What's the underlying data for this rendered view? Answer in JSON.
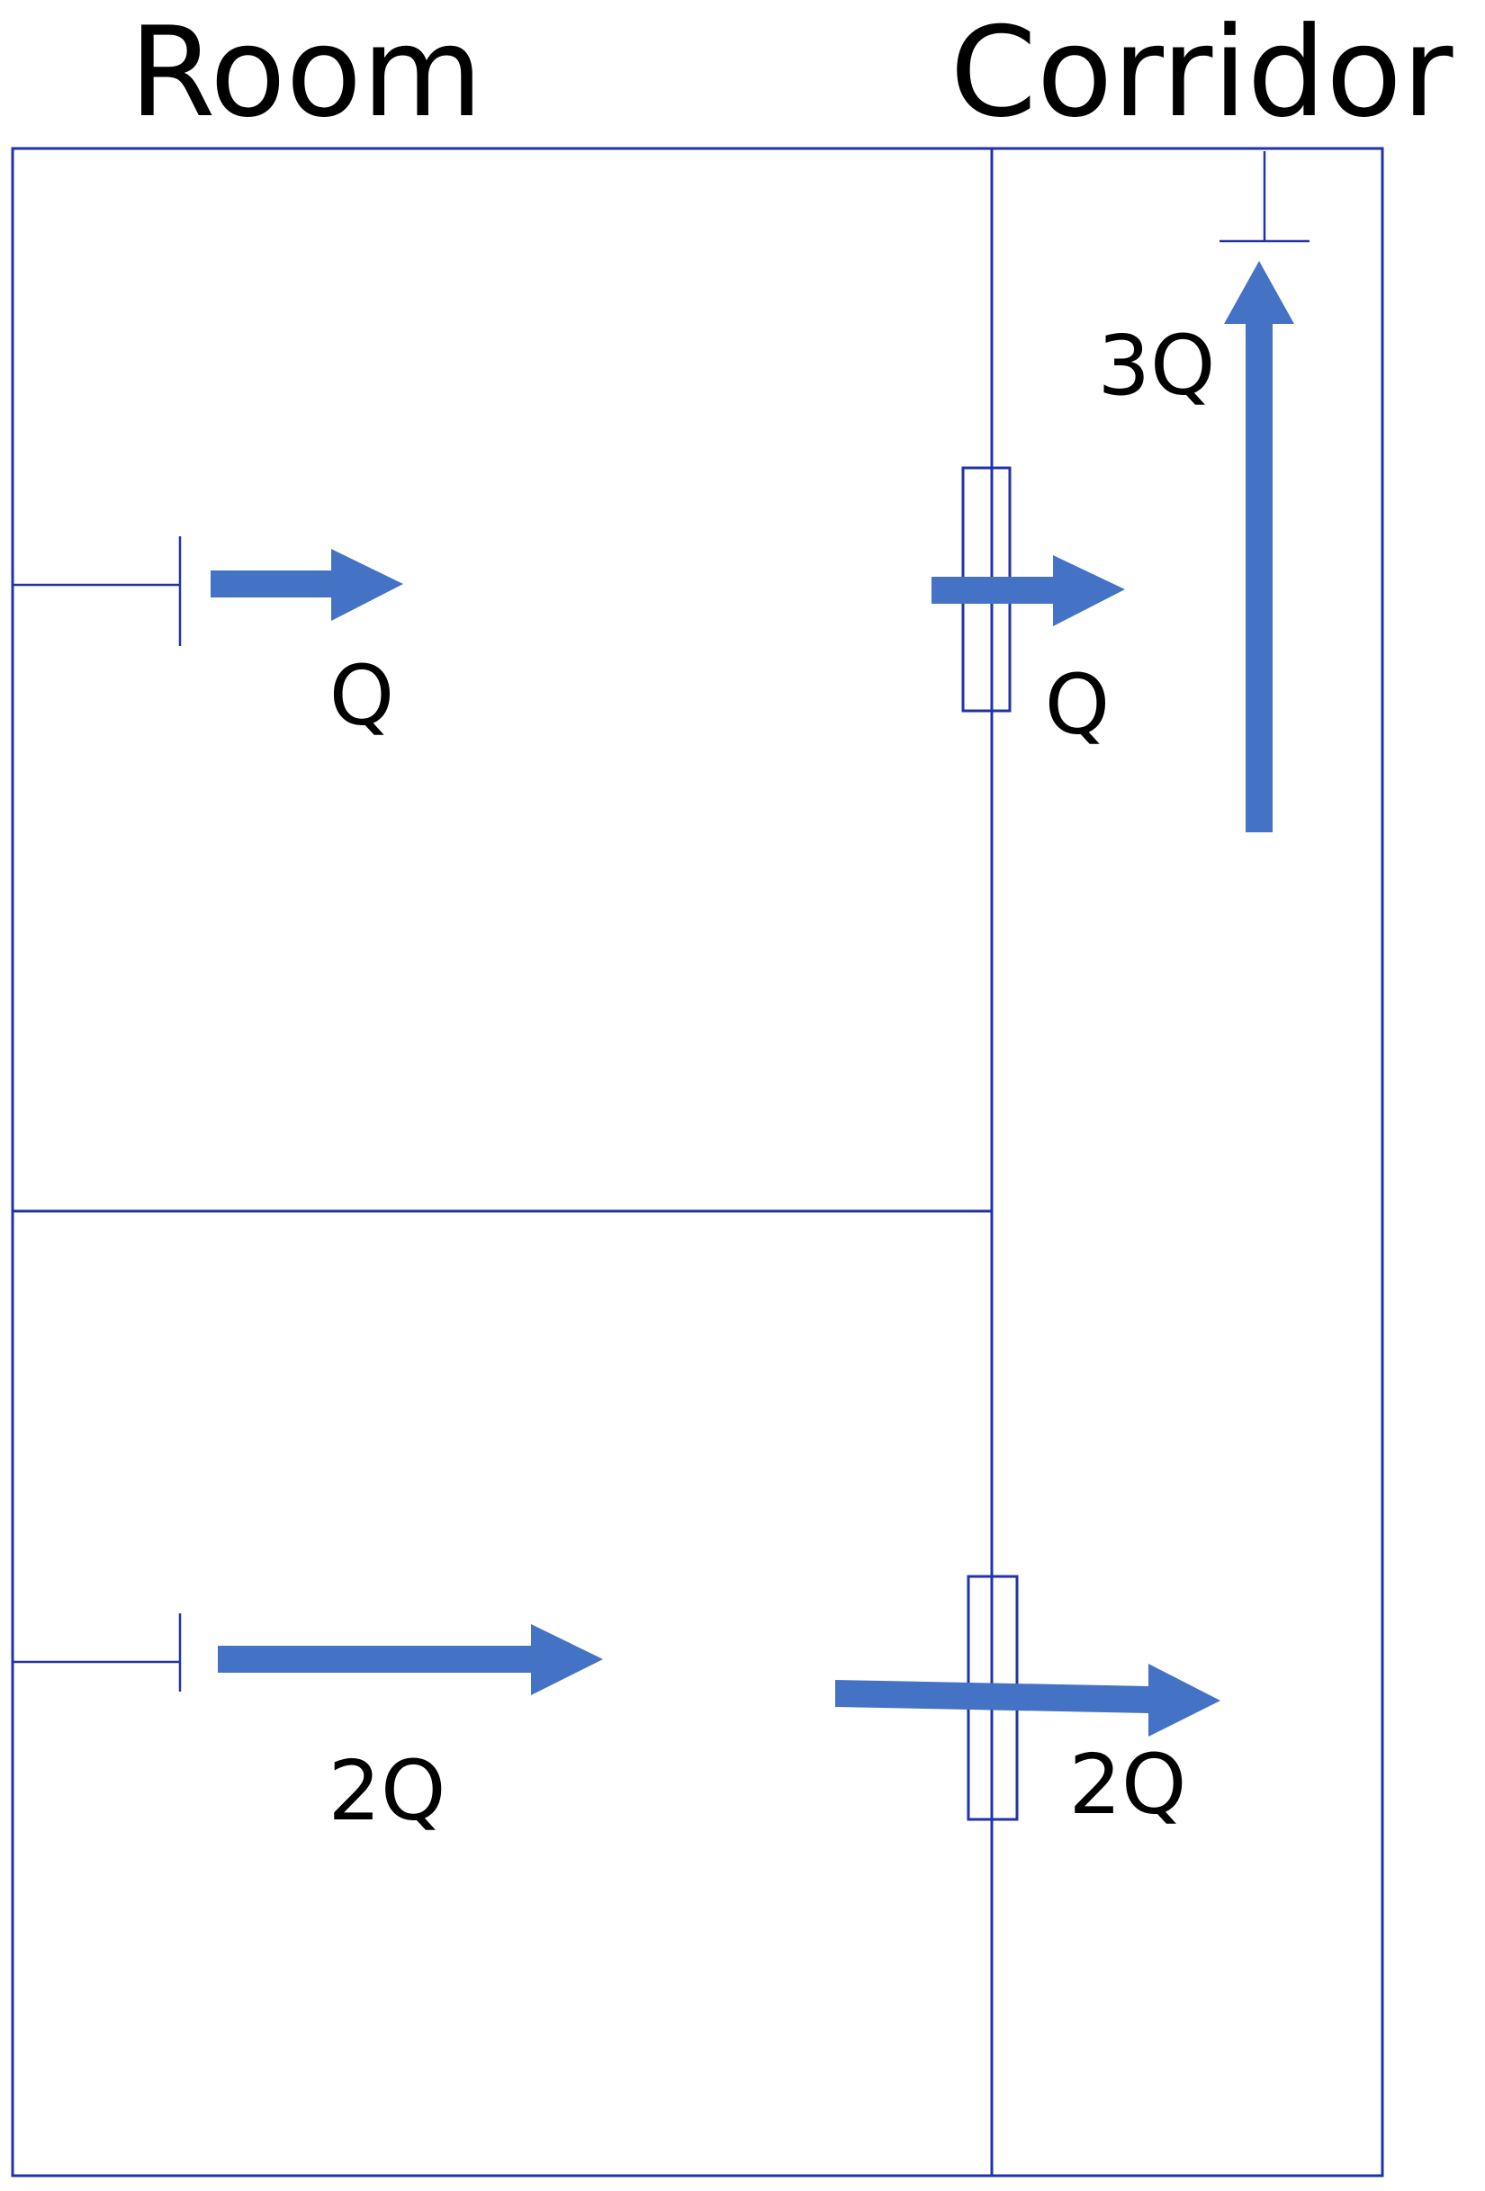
{
  "headers": {
    "room": "Room",
    "corridor": "Corridor"
  },
  "flows": {
    "room1_supply": "Q",
    "room1_transfer": "Q",
    "room2_supply": "2Q",
    "room2_transfer": "2Q",
    "corridor_exhaust": "3Q"
  },
  "colors": {
    "wall": "#2233a8",
    "arrow": "#4472c4",
    "text": "#000000"
  }
}
